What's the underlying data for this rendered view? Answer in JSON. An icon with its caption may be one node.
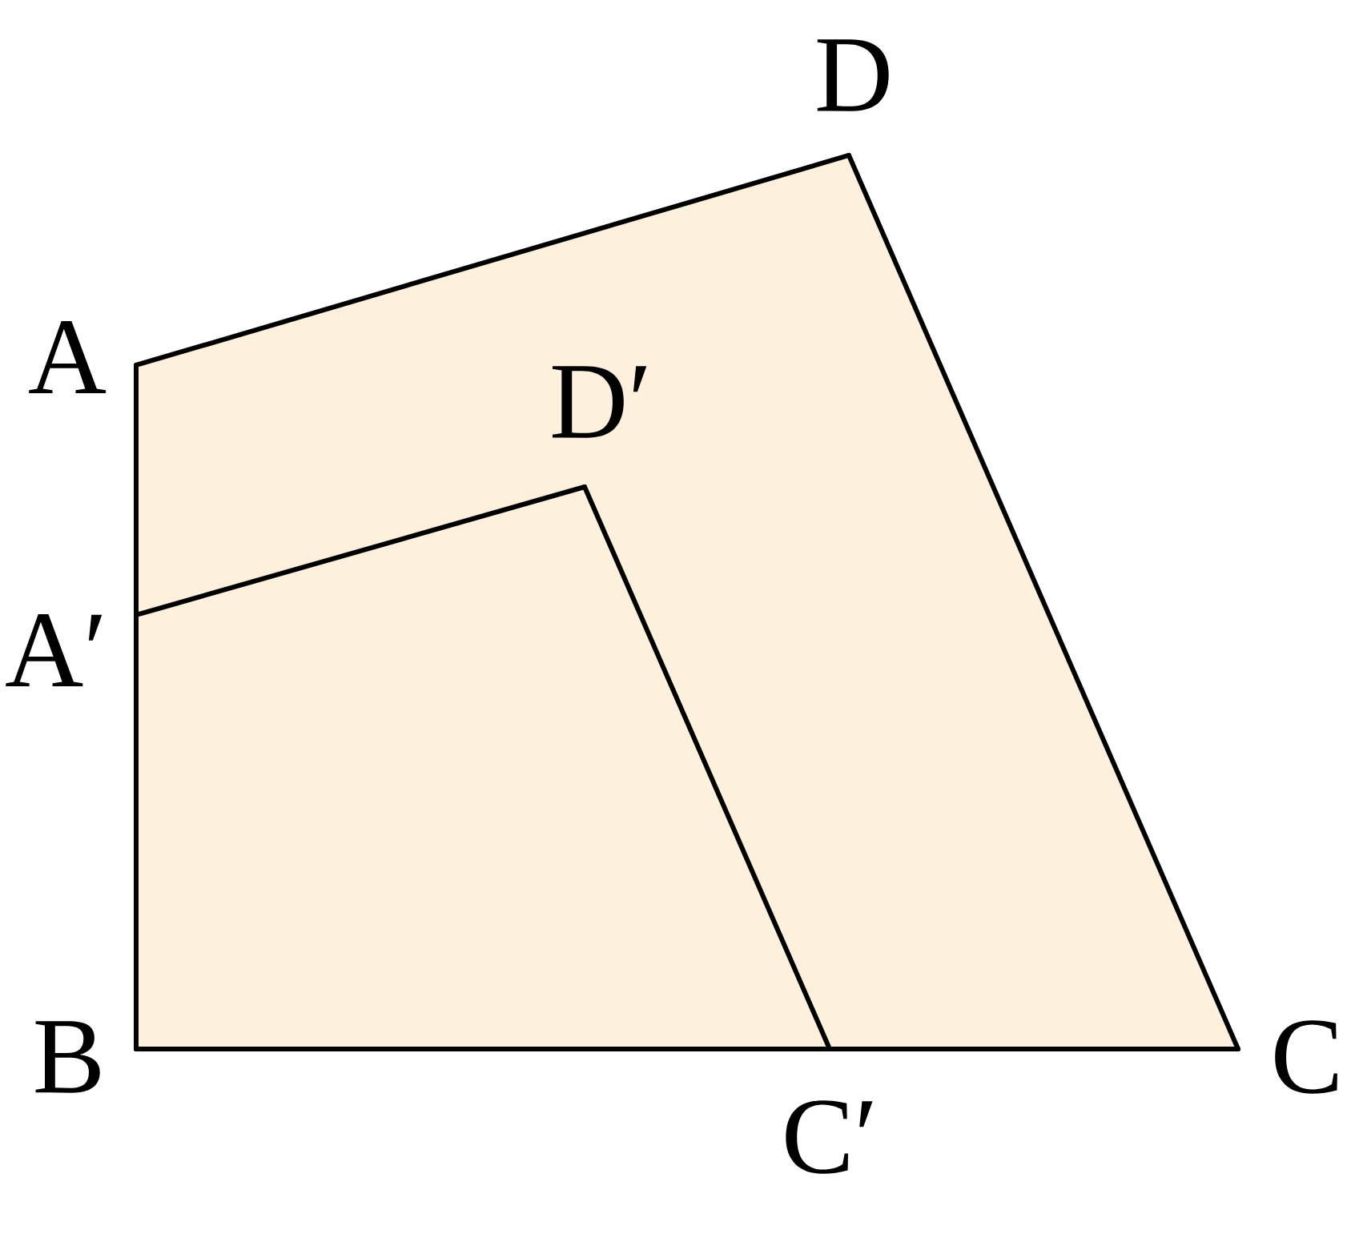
{
  "diagram": {
    "nodes": [
      {
        "text": [
          "A"
        ]
      },
      {
        "text": [
          "D"
        ]
      },
      {
        "text": [
          "D′"
        ]
      },
      {
        "text": [
          "A′"
        ]
      },
      {
        "text": [
          "B"
        ]
      },
      {
        "text": [
          "C′"
        ]
      },
      {
        "text": [
          "C"
        ]
      }
    ],
    "edges": [
      {
        "from": 0,
        "to": 1,
        "arrow": "none"
      },
      {
        "from": 1,
        "to": 6,
        "arrow": "none"
      },
      {
        "from": 6,
        "to": 5,
        "arrow": "none"
      },
      {
        "from": 5,
        "to": 4,
        "arrow": "none"
      },
      {
        "from": 4,
        "to": 3,
        "arrow": "none"
      },
      {
        "from": 3,
        "to": 0,
        "arrow": "none"
      },
      {
        "from": 3,
        "to": 2,
        "arrow": "none"
      },
      {
        "from": 2,
        "to": 5,
        "arrow": "none"
      }
    ]
  }
}
